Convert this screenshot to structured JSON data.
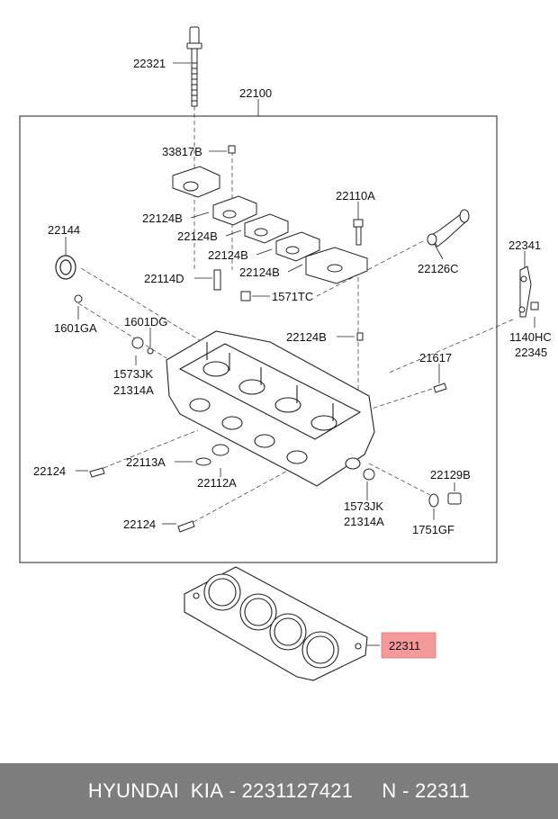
{
  "diagram": {
    "assembly_label": "22100",
    "highlight_color": "#f59a9a",
    "callouts": [
      {
        "id": "22321",
        "text": "22321"
      },
      {
        "id": "33817B",
        "text": "33817B"
      },
      {
        "id": "22124B_1",
        "text": "22124B"
      },
      {
        "id": "22124B_2",
        "text": "22124B"
      },
      {
        "id": "22124B_3",
        "text": "22124B"
      },
      {
        "id": "22124B_4",
        "text": "22124B"
      },
      {
        "id": "22124B_5",
        "text": "22124B"
      },
      {
        "id": "22110A",
        "text": "22110A"
      },
      {
        "id": "22144",
        "text": "22144"
      },
      {
        "id": "22126C",
        "text": "22126C"
      },
      {
        "id": "22341",
        "text": "22341"
      },
      {
        "id": "22114D",
        "text": "22114D"
      },
      {
        "id": "1571TC",
        "text": "1571TC"
      },
      {
        "id": "1601GA",
        "text": "1601GA"
      },
      {
        "id": "1601DG",
        "text": "1601DG"
      },
      {
        "id": "1140HC",
        "text": "1140HC"
      },
      {
        "id": "22345",
        "text": "22345"
      },
      {
        "id": "1573JK_1",
        "text": "1573JK"
      },
      {
        "id": "21314A_1",
        "text": "21314A"
      },
      {
        "id": "21617",
        "text": "21617"
      },
      {
        "id": "22124_1",
        "text": "22124"
      },
      {
        "id": "22113A",
        "text": "22113A"
      },
      {
        "id": "22112A",
        "text": "22112A"
      },
      {
        "id": "22129B",
        "text": "22129B"
      },
      {
        "id": "1573JK_2",
        "text": "1573JK"
      },
      {
        "id": "21314A_2",
        "text": "21314A"
      },
      {
        "id": "1751GF",
        "text": "1751GF"
      },
      {
        "id": "22124_2",
        "text": "22124"
      },
      {
        "id": "22311",
        "text": "22311",
        "highlighted": true
      }
    ]
  },
  "footer": {
    "brand": "HYUNDAI  KIA",
    "part_number": "2231127421",
    "sep": " - ",
    "n_label": "N - 22311"
  }
}
